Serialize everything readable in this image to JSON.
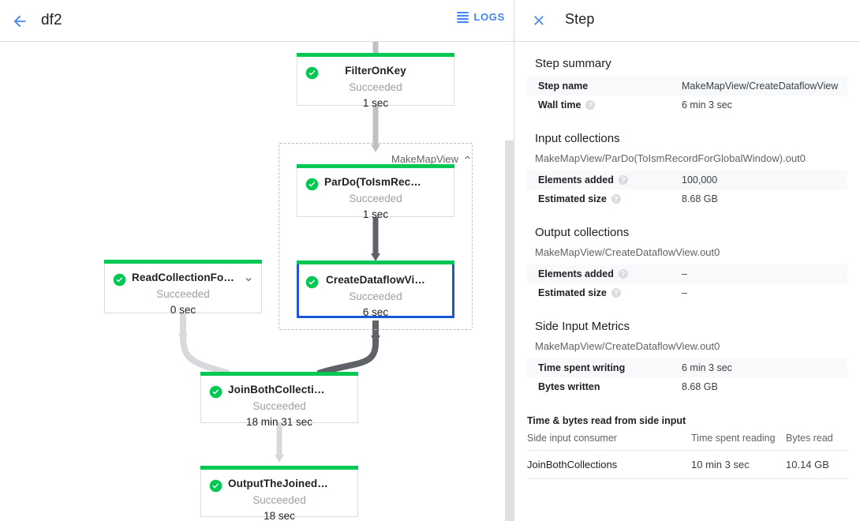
{
  "left": {
    "back_icon": "arrow-left-icon",
    "job_title": "df2",
    "logs_label": "LOGS",
    "logs_icon": "logs-lines-icon",
    "group": {
      "label": "MakeMapView",
      "collapse_icon": "chevron-up-icon"
    },
    "nodes": [
      {
        "id": "filter-on-key",
        "name": "FilterOnKey",
        "status": "Succeeded",
        "time": "1 sec",
        "status_icon": "check-circle-icon",
        "selected": false,
        "expand_icon": null
      },
      {
        "id": "pardo-toismrecord",
        "name": "ParDo(ToIsmRecordFor…",
        "status": "Succeeded",
        "time": "1 sec",
        "status_icon": "check-circle-icon",
        "selected": false,
        "expand_icon": null
      },
      {
        "id": "create-dataflow-view",
        "name": "CreateDataflowView",
        "status": "Succeeded",
        "time": "6 sec",
        "status_icon": "check-circle-icon",
        "selected": true,
        "expand_icon": null
      },
      {
        "id": "read-collection-for-join",
        "name": "ReadCollectionForJoin",
        "status": "Succeeded",
        "time": "0 sec",
        "status_icon": "check-circle-icon",
        "selected": false,
        "expand_icon": "chevron-down-icon"
      },
      {
        "id": "join-both-collections",
        "name": "JoinBothCollections",
        "status": "Succeeded",
        "time": "18 min 31 sec",
        "status_icon": "check-circle-icon",
        "selected": false,
        "expand_icon": null
      },
      {
        "id": "output-the-joined-collection",
        "name": "OutputTheJoinedCollec…",
        "status": "Succeeded",
        "time": "18 sec",
        "status_icon": "check-circle-icon",
        "selected": false,
        "expand_icon": null
      }
    ]
  },
  "right": {
    "close_icon": "close-icon",
    "title": "Step",
    "sections": {
      "step_summary": {
        "heading": "Step summary",
        "rows": [
          {
            "key": "Step name",
            "value": "MakeMapView/CreateDataflowView",
            "help": false
          },
          {
            "key": "Wall time",
            "value": "6 min 3 sec",
            "help": true
          }
        ]
      },
      "input_collections": {
        "heading": "Input collections",
        "collection": "MakeMapView/ParDo(ToIsmRecordForGlobalWindow).out0",
        "rows": [
          {
            "key": "Elements added",
            "value": "100,000",
            "help": true
          },
          {
            "key": "Estimated size",
            "value": "8.68 GB",
            "help": true
          }
        ]
      },
      "output_collections": {
        "heading": "Output collections",
        "collection": "MakeMapView/CreateDataflowView.out0",
        "rows": [
          {
            "key": "Elements added",
            "value": "–",
            "help": true
          },
          {
            "key": "Estimated size",
            "value": "–",
            "help": true
          }
        ]
      },
      "side_input_metrics": {
        "heading": "Side Input Metrics",
        "collection": "MakeMapView/CreateDataflowView.out0",
        "rows": [
          {
            "key": "Time spent writing",
            "value": "6 min 3 sec",
            "help": false
          },
          {
            "key": "Bytes written",
            "value": "8.68 GB",
            "help": false
          }
        ]
      },
      "side_input_reads": {
        "heading": "Time & bytes read from side input",
        "columns": [
          "Side input consumer",
          "Time spent reading",
          "Bytes read"
        ],
        "rows": [
          [
            "JoinBothCollections",
            "10 min 3 sec",
            "10.14 GB"
          ]
        ]
      }
    }
  },
  "colors": {
    "accent_blue": "#4285f4",
    "selected_blue": "#1a56d6",
    "success_green": "#00c853",
    "muted_gray": "#9aa0a6",
    "border_gray": "#dadce0"
  }
}
